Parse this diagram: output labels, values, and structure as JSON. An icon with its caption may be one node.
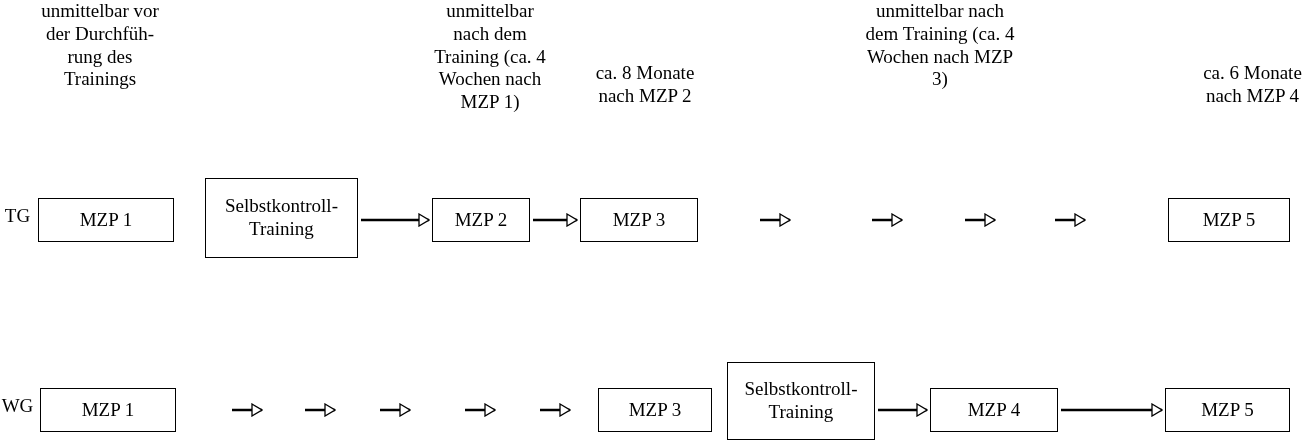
{
  "diagram": {
    "nodes": [
      {
        "text": [
          "MZP 1"
        ]
      },
      {
        "text": [
          "Selbstkontroll-Training"
        ]
      },
      {
        "text": [
          "MZP 2"
        ]
      },
      {
        "text": [
          "MZP 3"
        ]
      },
      {
        "text": [
          "MZP 5"
        ]
      },
      {
        "text": [
          "MZP 1"
        ]
      },
      {
        "text": [
          "MZP 3"
        ]
      },
      {
        "text": [
          "Selbstkontroll-Training"
        ]
      },
      {
        "text": [
          "MZP 4"
        ]
      },
      {
        "text": [
          "MZP 5"
        ]
      }
    ],
    "edges": [
      {
        "from": 1,
        "to": 2,
        "arrow": "to"
      },
      {
        "from": 2,
        "to": 3,
        "arrow": "to"
      },
      {
        "from": 7,
        "to": 8,
        "arrow": "to"
      },
      {
        "from": 8,
        "to": 9,
        "arrow": "to"
      }
    ],
    "labels": [
      "unmittelbar vor der Durchfüh- rung des Trainings",
      "unmittelbar nach dem Training (ca. 4 Wochen nach MZP 1)",
      "ca. 8 Monate nach MZP 2",
      "unmittelbar nach dem Training (ca. 4 Wochen nach MZP 3)",
      "ca. 6 Monate nach MZP 4",
      "TG",
      "WG"
    ]
  }
}
